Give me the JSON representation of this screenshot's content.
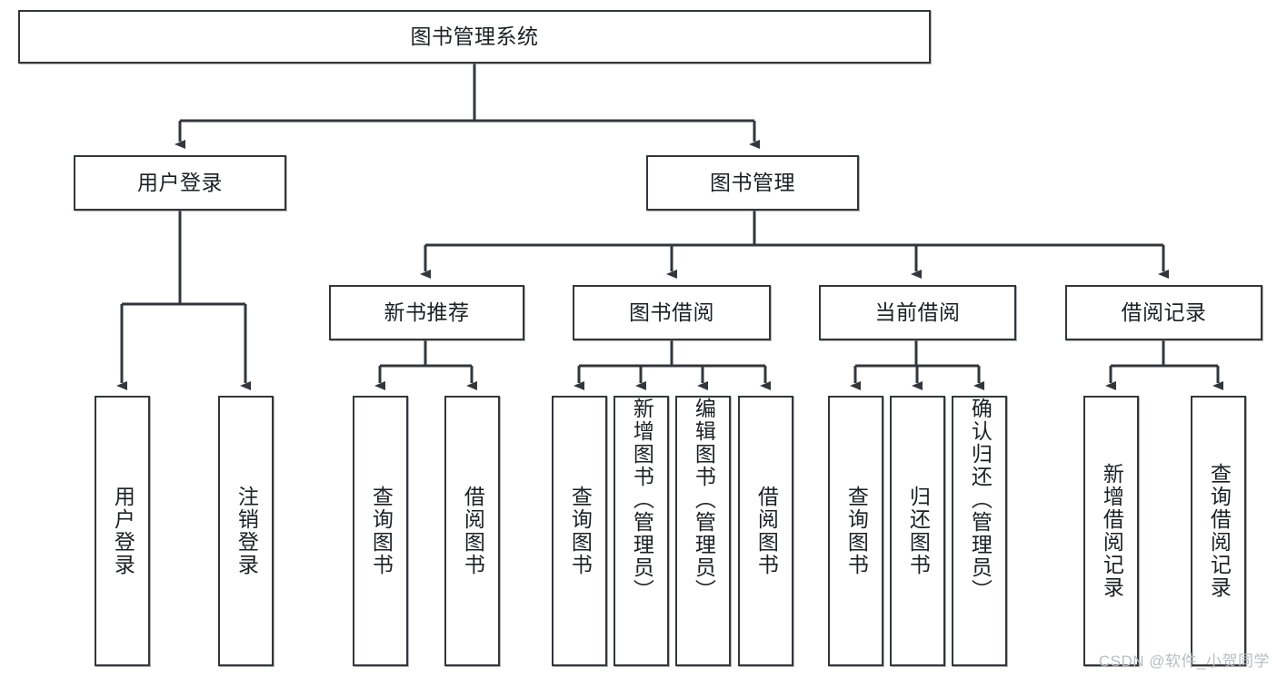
{
  "diagram": {
    "title": "图书管理系统",
    "type": "tree-hierarchy-diagram",
    "root": {
      "id": "root",
      "label": "图书管理系统"
    },
    "level2": [
      {
        "id": "user-login",
        "label": "用户登录"
      },
      {
        "id": "book-manage",
        "label": "图书管理"
      }
    ],
    "level3": [
      {
        "id": "new-book-recommend",
        "label": "新书推荐",
        "parent": "book-manage"
      },
      {
        "id": "book-borrow",
        "label": "图书借阅",
        "parent": "book-manage"
      },
      {
        "id": "current-borrow",
        "label": "当前借阅",
        "parent": "book-manage"
      },
      {
        "id": "borrow-record",
        "label": "借阅记录",
        "parent": "book-manage"
      }
    ],
    "leaves": [
      {
        "id": "leaf-user-login",
        "label": "用户登录",
        "parent": "user-login"
      },
      {
        "id": "leaf-logout-login",
        "label": "注销登录",
        "parent": "user-login"
      },
      {
        "id": "leaf-query-book-1",
        "label": "查询图书",
        "parent": "new-book-recommend"
      },
      {
        "id": "leaf-borrow-book-1",
        "label": "借阅图书",
        "parent": "new-book-recommend"
      },
      {
        "id": "leaf-query-book-2",
        "label": "查询图书",
        "parent": "book-borrow"
      },
      {
        "id": "leaf-add-book",
        "label": "新增图书（管理员）",
        "parent": "book-borrow"
      },
      {
        "id": "leaf-edit-book",
        "label": "编辑图书（管理员）",
        "parent": "book-borrow"
      },
      {
        "id": "leaf-borrow-book-2",
        "label": "借阅图书",
        "parent": "book-borrow"
      },
      {
        "id": "leaf-query-book-3",
        "label": "查询图书",
        "parent": "current-borrow"
      },
      {
        "id": "leaf-return-book",
        "label": "归还图书",
        "parent": "current-borrow"
      },
      {
        "id": "leaf-confirm-return",
        "label": "确认归还（管理员）",
        "parent": "current-borrow"
      },
      {
        "id": "leaf-add-record",
        "label": "新增借阅记录",
        "parent": "borrow-record"
      },
      {
        "id": "leaf-query-record",
        "label": "查询借阅记录",
        "parent": "borrow-record"
      }
    ],
    "watermark": "CSDN @软件_小贺同学",
    "colors": {
      "stroke": "#33373b",
      "text": "#1d1f22",
      "background": "#ffffff",
      "watermark": "#b9bcc0"
    }
  }
}
